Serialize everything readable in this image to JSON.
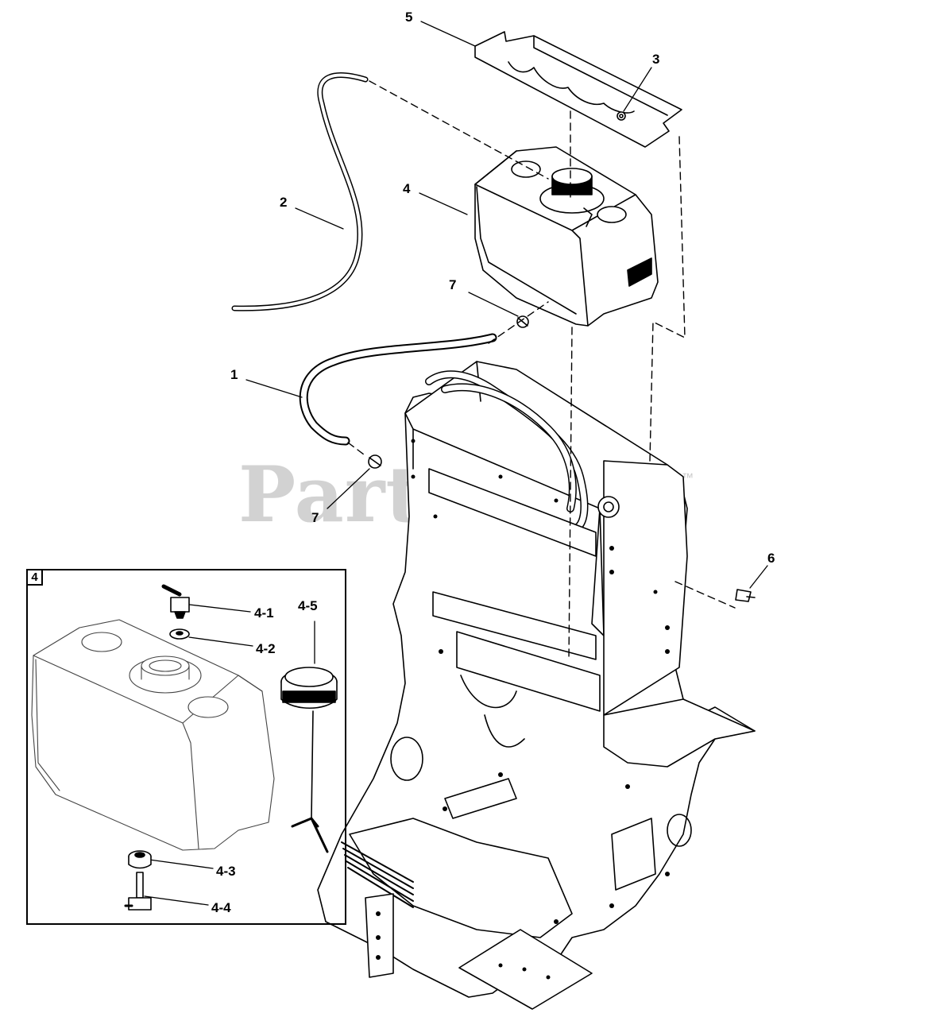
{
  "diagram": {
    "watermark": "PartsTree",
    "trademark": "™",
    "inset_label": "4",
    "callouts": {
      "c1": "1",
      "c2": "2",
      "c3": "3",
      "c4": "4",
      "c5": "5",
      "c6": "6",
      "c7a": "7",
      "c7b": "7",
      "c41": "4-1",
      "c42": "4-2",
      "c43": "4-3",
      "c44": "4-4",
      "c45": "4-5"
    }
  }
}
